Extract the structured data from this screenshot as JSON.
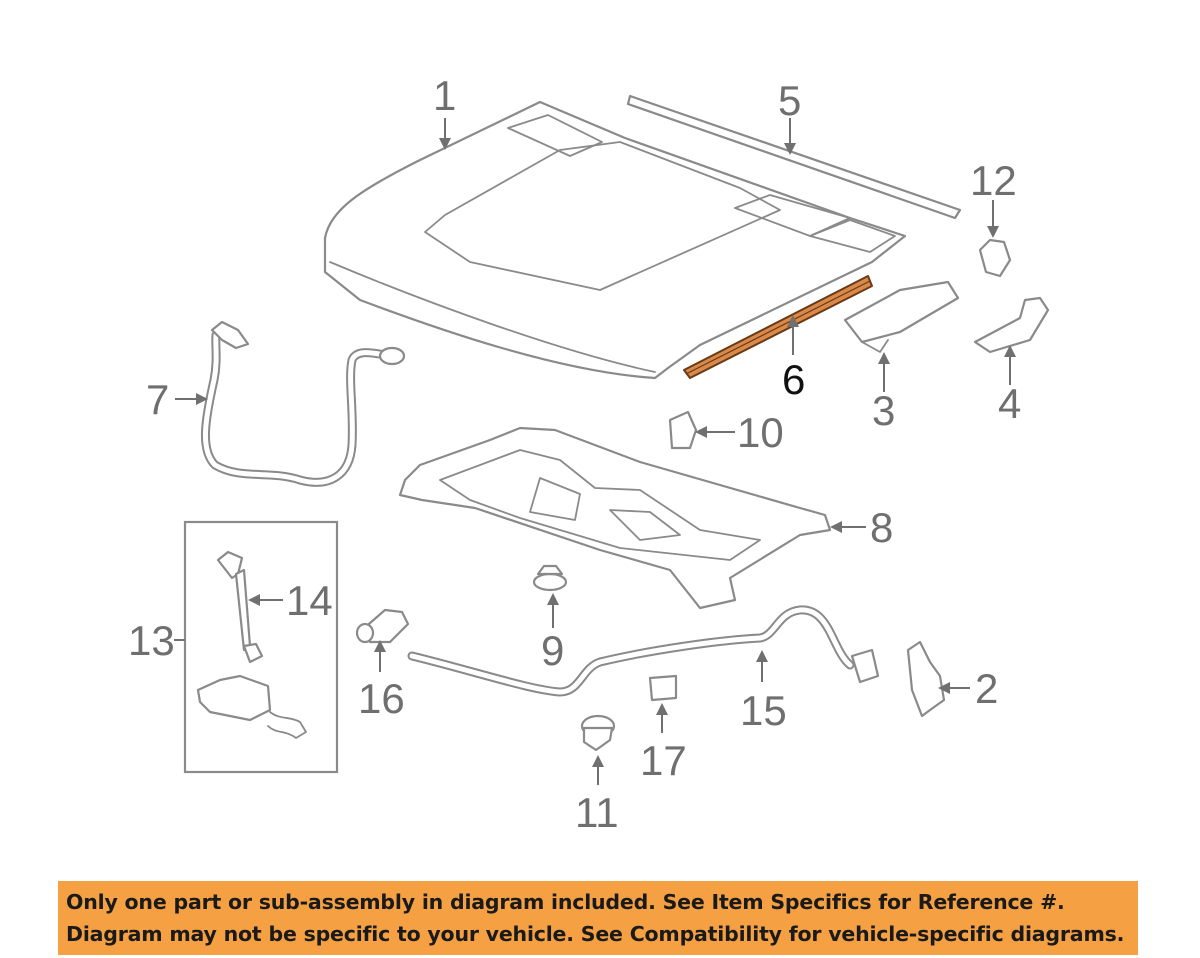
{
  "diagram": {
    "callouts": [
      {
        "id": "1",
        "label": "1"
      },
      {
        "id": "2",
        "label": "2"
      },
      {
        "id": "3",
        "label": "3"
      },
      {
        "id": "4",
        "label": "4"
      },
      {
        "id": "5",
        "label": "5"
      },
      {
        "id": "6",
        "label": "6",
        "highlighted": true
      },
      {
        "id": "7",
        "label": "7"
      },
      {
        "id": "8",
        "label": "8"
      },
      {
        "id": "9",
        "label": "9"
      },
      {
        "id": "10",
        "label": "10"
      },
      {
        "id": "11",
        "label": "11"
      },
      {
        "id": "12",
        "label": "12"
      },
      {
        "id": "13",
        "label": "13"
      },
      {
        "id": "14",
        "label": "14"
      },
      {
        "id": "15",
        "label": "15"
      },
      {
        "id": "16",
        "label": "16"
      },
      {
        "id": "17",
        "label": "17"
      }
    ],
    "colors": {
      "highlight_part": "#d98a4a",
      "line_art": "#8a8a8a",
      "banner_background": "#f5a043"
    }
  },
  "banner": {
    "line1": "Only one part or sub-assembly in diagram included. See Item Specifics for Reference #.",
    "line2": "Diagram may not be specific to your vehicle. See Compatibility for vehicle-specific diagrams."
  }
}
